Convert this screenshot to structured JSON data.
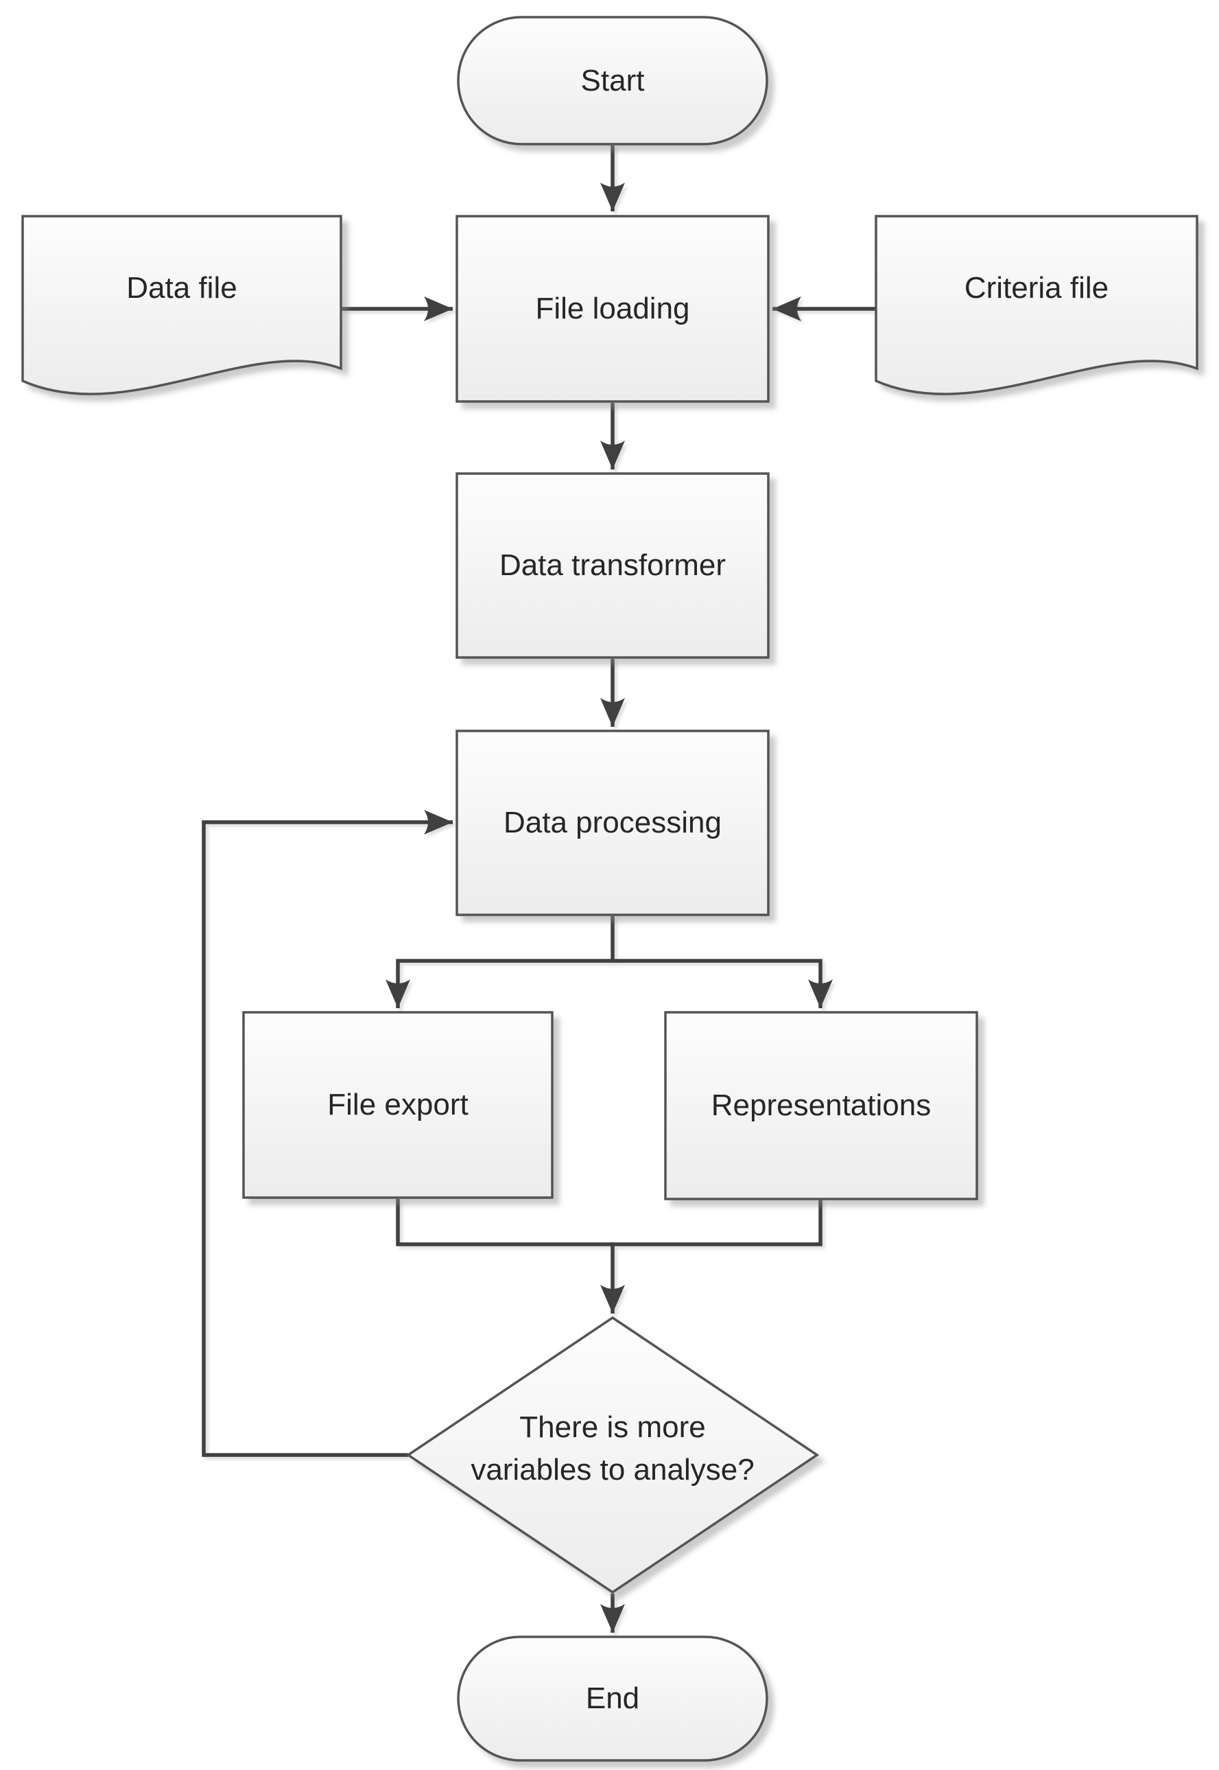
{
  "diagram": {
    "type": "flowchart",
    "colors": {
      "shape_fill_top": "#fdfdfd",
      "shape_fill_bottom": "#ececec",
      "shape_border": "#545454",
      "connector": "#404040",
      "text": "#262626",
      "background": "#ffffff"
    },
    "nodes": [
      {
        "id": "start",
        "type": "terminator",
        "label": "Start"
      },
      {
        "id": "data-file",
        "type": "document",
        "label": "Data file"
      },
      {
        "id": "file-loading",
        "type": "process",
        "label": "File loading"
      },
      {
        "id": "criteria-file",
        "type": "document",
        "label": "Criteria file"
      },
      {
        "id": "data-transformer",
        "type": "process",
        "label": "Data transformer"
      },
      {
        "id": "data-processing",
        "type": "process",
        "label": "Data processing"
      },
      {
        "id": "file-export",
        "type": "process",
        "label": "File export"
      },
      {
        "id": "representations",
        "type": "process",
        "label": "Representations"
      },
      {
        "id": "decision-more-variables",
        "type": "decision",
        "label": "There is more variables to analyse?",
        "label_lines": [
          "There is more",
          "variables to analyse?"
        ]
      },
      {
        "id": "end",
        "type": "terminator",
        "label": "End"
      }
    ],
    "edges": [
      {
        "from": "start",
        "to": "file-loading"
      },
      {
        "from": "data-file",
        "to": "file-loading"
      },
      {
        "from": "criteria-file",
        "to": "file-loading"
      },
      {
        "from": "file-loading",
        "to": "data-transformer"
      },
      {
        "from": "data-transformer",
        "to": "data-processing"
      },
      {
        "from": "data-processing",
        "to": "file-export"
      },
      {
        "from": "data-processing",
        "to": "representations"
      },
      {
        "from": "file-export",
        "to": "decision-more-variables"
      },
      {
        "from": "representations",
        "to": "decision-more-variables"
      },
      {
        "from": "decision-more-variables",
        "to": "data-processing"
      },
      {
        "from": "decision-more-variables",
        "to": "end"
      }
    ]
  }
}
